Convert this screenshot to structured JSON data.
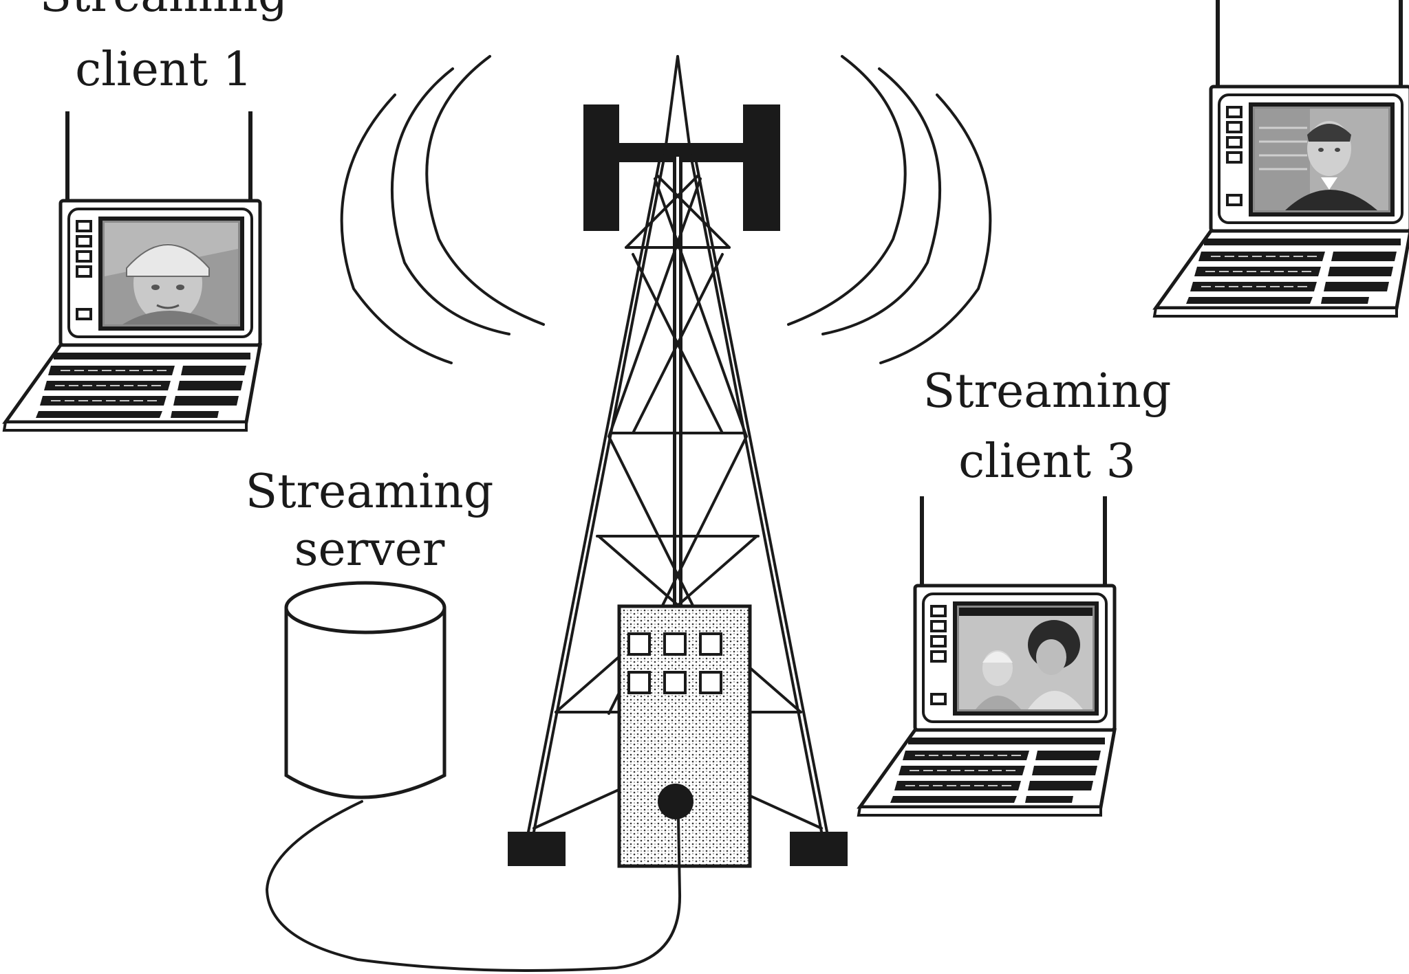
{
  "labels": {
    "client1_line1": "Streaming",
    "client1_line2": "client 1",
    "server_line1": "Streaming",
    "server_line2": "server",
    "client3_line1": "Streaming",
    "client3_line2": "client 3"
  },
  "icons": [
    "laptop-icon",
    "cell-tower-icon",
    "database-server-icon",
    "antenna-icon"
  ]
}
